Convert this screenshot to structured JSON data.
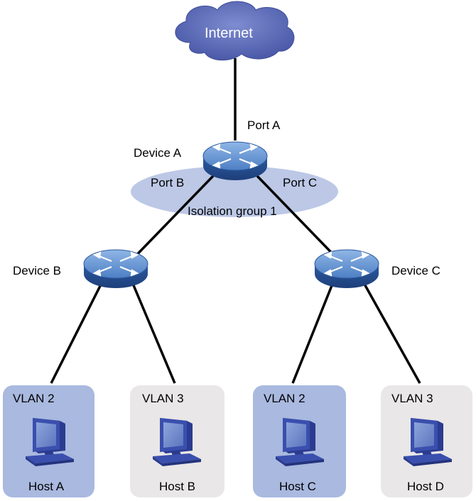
{
  "cloud": {
    "label": "Internet",
    "color": "#5a6ab8"
  },
  "devices": {
    "a": {
      "label": "Device A"
    },
    "b": {
      "label": "Device B"
    },
    "c": {
      "label": "Device C"
    }
  },
  "ports": {
    "a": "Port A",
    "b": "Port B",
    "c": "Port C"
  },
  "isolation_group": {
    "label": "Isolation group 1",
    "color": "#bcc8e6"
  },
  "hosts": [
    {
      "vlan": "VLAN 2",
      "name": "Host A",
      "bg": "#a9b9df"
    },
    {
      "vlan": "VLAN 3",
      "name": "Host B",
      "bg": "#e9e7e7"
    },
    {
      "vlan": "VLAN 2",
      "name": "Host C",
      "bg": "#a9b9df"
    },
    {
      "vlan": "VLAN 3",
      "name": "Host D",
      "bg": "#e9e7e7"
    }
  ],
  "icons": {
    "switch": "network-switch-icon",
    "pc": "desktop-computer-icon"
  }
}
